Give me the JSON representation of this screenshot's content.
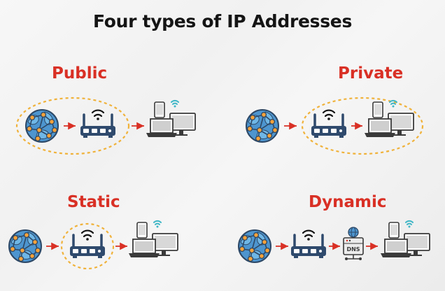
{
  "title": "Four types of IP Addresses",
  "diagrams": {
    "public": {
      "label": "Public"
    },
    "private": {
      "label": "Private"
    },
    "static": {
      "label": "Static"
    },
    "dynamic": {
      "label": "Dynamic",
      "dns_label": "DNS"
    }
  },
  "colors": {
    "label_red": "#d93025",
    "ellipse_orange": "#f0b23a",
    "globe_blue": "#4d95cf",
    "globe_orange": "#f4a23a",
    "router_navy": "#2f4a6d",
    "wifi_teal": "#3fb6c6",
    "arrow_red": "#d93025"
  }
}
